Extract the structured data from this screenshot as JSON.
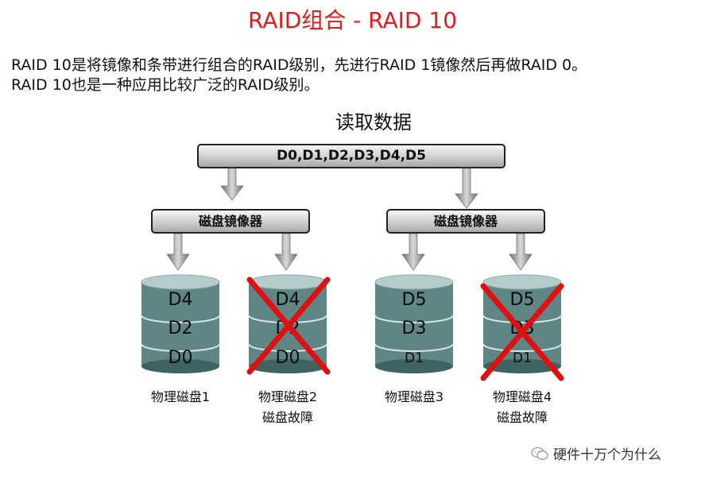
{
  "title": "RAID组合 - RAID 10",
  "description": {
    "line1": "RAID 10是将镜像和条带进行组合的RAID级别，先进行RAID  1镜像然后再做RAID  0。",
    "line2": "RAID 10也是一种应用比较广泛的RAID级别。"
  },
  "read_label": "读取数据",
  "data_bar": "D0,D1,D2,D3,D4,D5",
  "mirrors": [
    {
      "label": "磁盘镜像器"
    },
    {
      "label": "磁盘镜像器"
    }
  ],
  "disks": [
    {
      "segments": [
        "D4",
        "D2",
        "D0"
      ],
      "name": "物理磁盘1",
      "status": "",
      "failed": false
    },
    {
      "segments": [
        "D4",
        "D2",
        "D0"
      ],
      "name": "物理磁盘2",
      "status": "磁盘故障",
      "failed": true
    },
    {
      "segments": [
        "D5",
        "D3",
        "D1"
      ],
      "name": "物理磁盘3",
      "status": "",
      "failed": false
    },
    {
      "segments": [
        "D5",
        "D3",
        "D1"
      ],
      "name": "物理磁盘4",
      "status": "磁盘故障",
      "failed": true
    }
  ],
  "watermark": "硬件十万个为什么",
  "colors": {
    "title": "#e31b1b",
    "cross": "#e01010",
    "disk_body": "#5f8585",
    "disk_top": "#b6cccc"
  }
}
